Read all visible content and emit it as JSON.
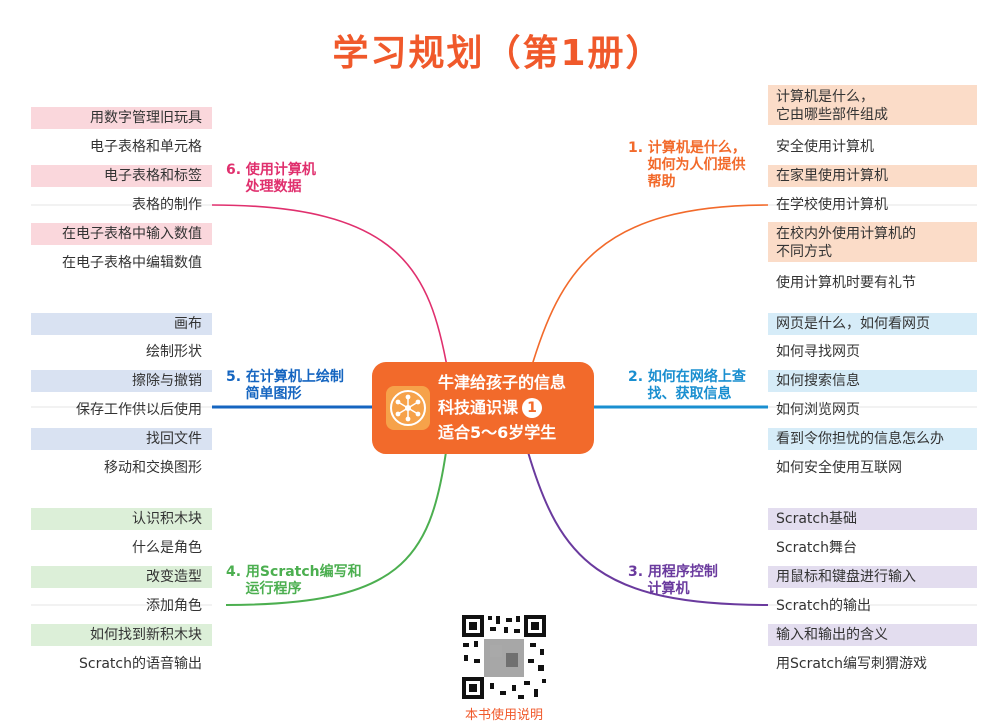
{
  "title": "学习规划（第1册）",
  "center": {
    "line1": "牛津给孩子的信息",
    "line2": "科技通识课",
    "badge": "1",
    "line3": "适合5～6岁学生"
  },
  "branches": {
    "b1": {
      "label": "1. 计算机是什么，\n    如何为人们提供\n    帮助",
      "color": "#f26a2b",
      "hl": "#fbdcc8",
      "items": [
        "计算机是什么，\n它由哪些部件组成",
        "安全使用计算机",
        "在家里使用计算机",
        "在学校使用计算机",
        "在校内外使用计算机的\n不同方式",
        "使用计算机时要有礼节"
      ]
    },
    "b2": {
      "label": "2. 如何在网络上查\n    找、获取信息",
      "color": "#1a8fd0",
      "hl": "#d6ecf8",
      "items": [
        "网页是什么，如何看网页",
        "如何寻找网页",
        "如何搜索信息",
        "如何浏览网页",
        "看到令你担忧的信息怎么办",
        "如何安全使用互联网"
      ]
    },
    "b3": {
      "label": "3. 用程序控制\n    计算机",
      "color": "#6a3a9e",
      "hl": "#e3ddef",
      "items": [
        "Scratch基础",
        "Scratch舞台",
        "用鼠标和键盘进行输入",
        "Scratch的输出",
        "输入和输出的含义",
        "用Scratch编写刺猬游戏"
      ]
    },
    "b4": {
      "label": "4. 用Scratch编写和\n    运行程序",
      "color": "#4caf50",
      "hl": "#dcefd8",
      "items": [
        "认识积木块",
        "什么是角色",
        "改变造型",
        "添加角色",
        "如何找到新积木块",
        "Scratch的语音输出"
      ]
    },
    "b5": {
      "label": "5. 在计算机上绘制\n    简单图形",
      "color": "#1565c0",
      "hl": "#d9e2f2",
      "items": [
        "画布",
        "绘制形状",
        "擦除与撤销",
        "保存工作供以后使用",
        "找回文件",
        "移动和交换图形"
      ]
    },
    "b6": {
      "label": "6. 使用计算机\n    处理数据",
      "color": "#e0306e",
      "hl": "#fad7dc",
      "items": [
        "用数字管理旧玩具",
        "电子表格和单元格",
        "电子表格和标签",
        "表格的制作",
        "在电子表格中输入数值",
        "在电子表格中编辑数值"
      ]
    }
  },
  "qr_label": "本书使用说明"
}
